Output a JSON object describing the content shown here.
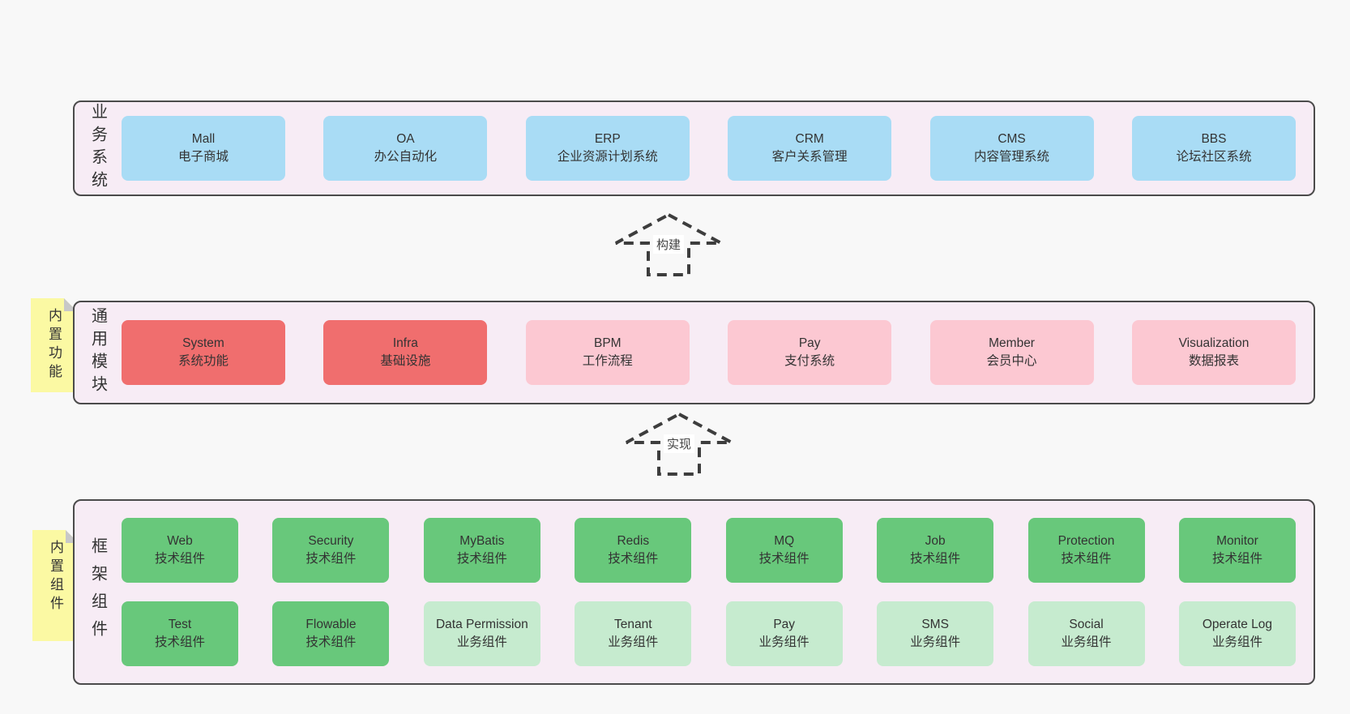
{
  "colors": {
    "page_background": "#f8f8f8",
    "panel_background": "#f7ecf5",
    "panel_border": "#4b4b4b",
    "box_blue": "#a9dcf5",
    "box_red": "#f06e6e",
    "box_pink": "#fcc8d2",
    "box_green_dark": "#68c87b",
    "box_green_light": "#c6ebcf",
    "note_yellow": "#fbf9a3",
    "note_fold_gray": "#c8c8c8",
    "text": "#333333"
  },
  "arrows": [
    {
      "label": "构建"
    },
    {
      "label": "实现"
    }
  ],
  "sections": [
    {
      "label": "业务系统",
      "note": null,
      "rows": [
        [
          {
            "name": "Mall",
            "desc": "电子商城",
            "variant": "blue"
          },
          {
            "name": "OA",
            "desc": "办公自动化",
            "variant": "blue"
          },
          {
            "name": "ERP",
            "desc": "企业资源计划系统",
            "variant": "blue"
          },
          {
            "name": "CRM",
            "desc": "客户关系管理",
            "variant": "blue"
          },
          {
            "name": "CMS",
            "desc": "内容管理系统",
            "variant": "blue"
          },
          {
            "name": "BBS",
            "desc": "论坛社区系统",
            "variant": "blue"
          }
        ]
      ]
    },
    {
      "label": "通用模块",
      "note": "内置功能",
      "rows": [
        [
          {
            "name": "System",
            "desc": "系统功能",
            "variant": "red"
          },
          {
            "name": "Infra",
            "desc": "基础设施",
            "variant": "red"
          },
          {
            "name": "BPM",
            "desc": "工作流程",
            "variant": "pink"
          },
          {
            "name": "Pay",
            "desc": "支付系统",
            "variant": "pink"
          },
          {
            "name": "Member",
            "desc": "会员中心",
            "variant": "pink"
          },
          {
            "name": "Visualization",
            "desc": "数据报表",
            "variant": "pink"
          }
        ]
      ]
    },
    {
      "label": "框架组件",
      "note": "内置组件",
      "rows": [
        [
          {
            "name": "Web",
            "desc": "技术组件",
            "variant": "green-dark"
          },
          {
            "name": "Security",
            "desc": "技术组件",
            "variant": "green-dark"
          },
          {
            "name": "MyBatis",
            "desc": "技术组件",
            "variant": "green-dark"
          },
          {
            "name": "Redis",
            "desc": "技术组件",
            "variant": "green-dark"
          },
          {
            "name": "MQ",
            "desc": "技术组件",
            "variant": "green-dark"
          },
          {
            "name": "Job",
            "desc": "技术组件",
            "variant": "green-dark"
          },
          {
            "name": "Protection",
            "desc": "技术组件",
            "variant": "green-dark"
          },
          {
            "name": "Monitor",
            "desc": "技术组件",
            "variant": "green-dark"
          }
        ],
        [
          {
            "name": "Test",
            "desc": "技术组件",
            "variant": "green-dark"
          },
          {
            "name": "Flowable",
            "desc": "技术组件",
            "variant": "green-dark"
          },
          {
            "name": "Data Permission",
            "desc": "业务组件",
            "variant": "green-light"
          },
          {
            "name": "Tenant",
            "desc": "业务组件",
            "variant": "green-light"
          },
          {
            "name": "Pay",
            "desc": "业务组件",
            "variant": "green-light"
          },
          {
            "name": "SMS",
            "desc": "业务组件",
            "variant": "green-light"
          },
          {
            "name": "Social",
            "desc": "业务组件",
            "variant": "green-light"
          },
          {
            "name": "Operate Log",
            "desc": "业务组件",
            "variant": "green-light"
          }
        ]
      ]
    }
  ]
}
